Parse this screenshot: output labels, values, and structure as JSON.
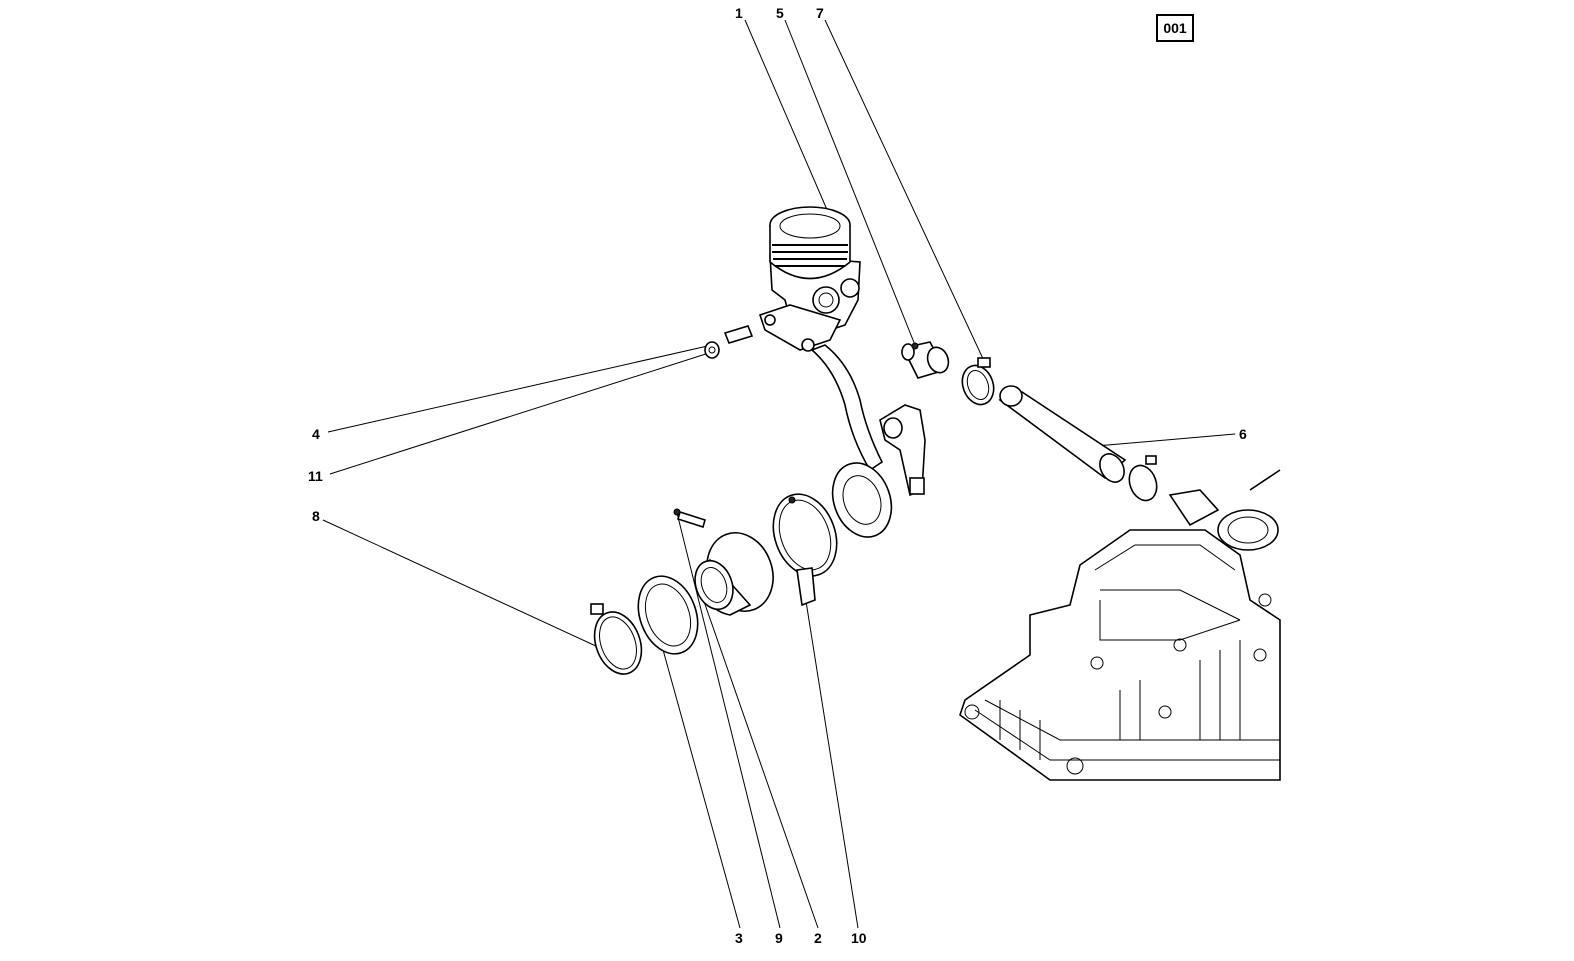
{
  "diagram": {
    "ref_label": "001",
    "callouts": {
      "c1": "1",
      "c5": "5",
      "c7": "7",
      "c6": "6",
      "c4": "4",
      "c11": "11",
      "c8": "8",
      "c3": "3",
      "c9": "9",
      "c2": "2",
      "c10": "10"
    }
  }
}
